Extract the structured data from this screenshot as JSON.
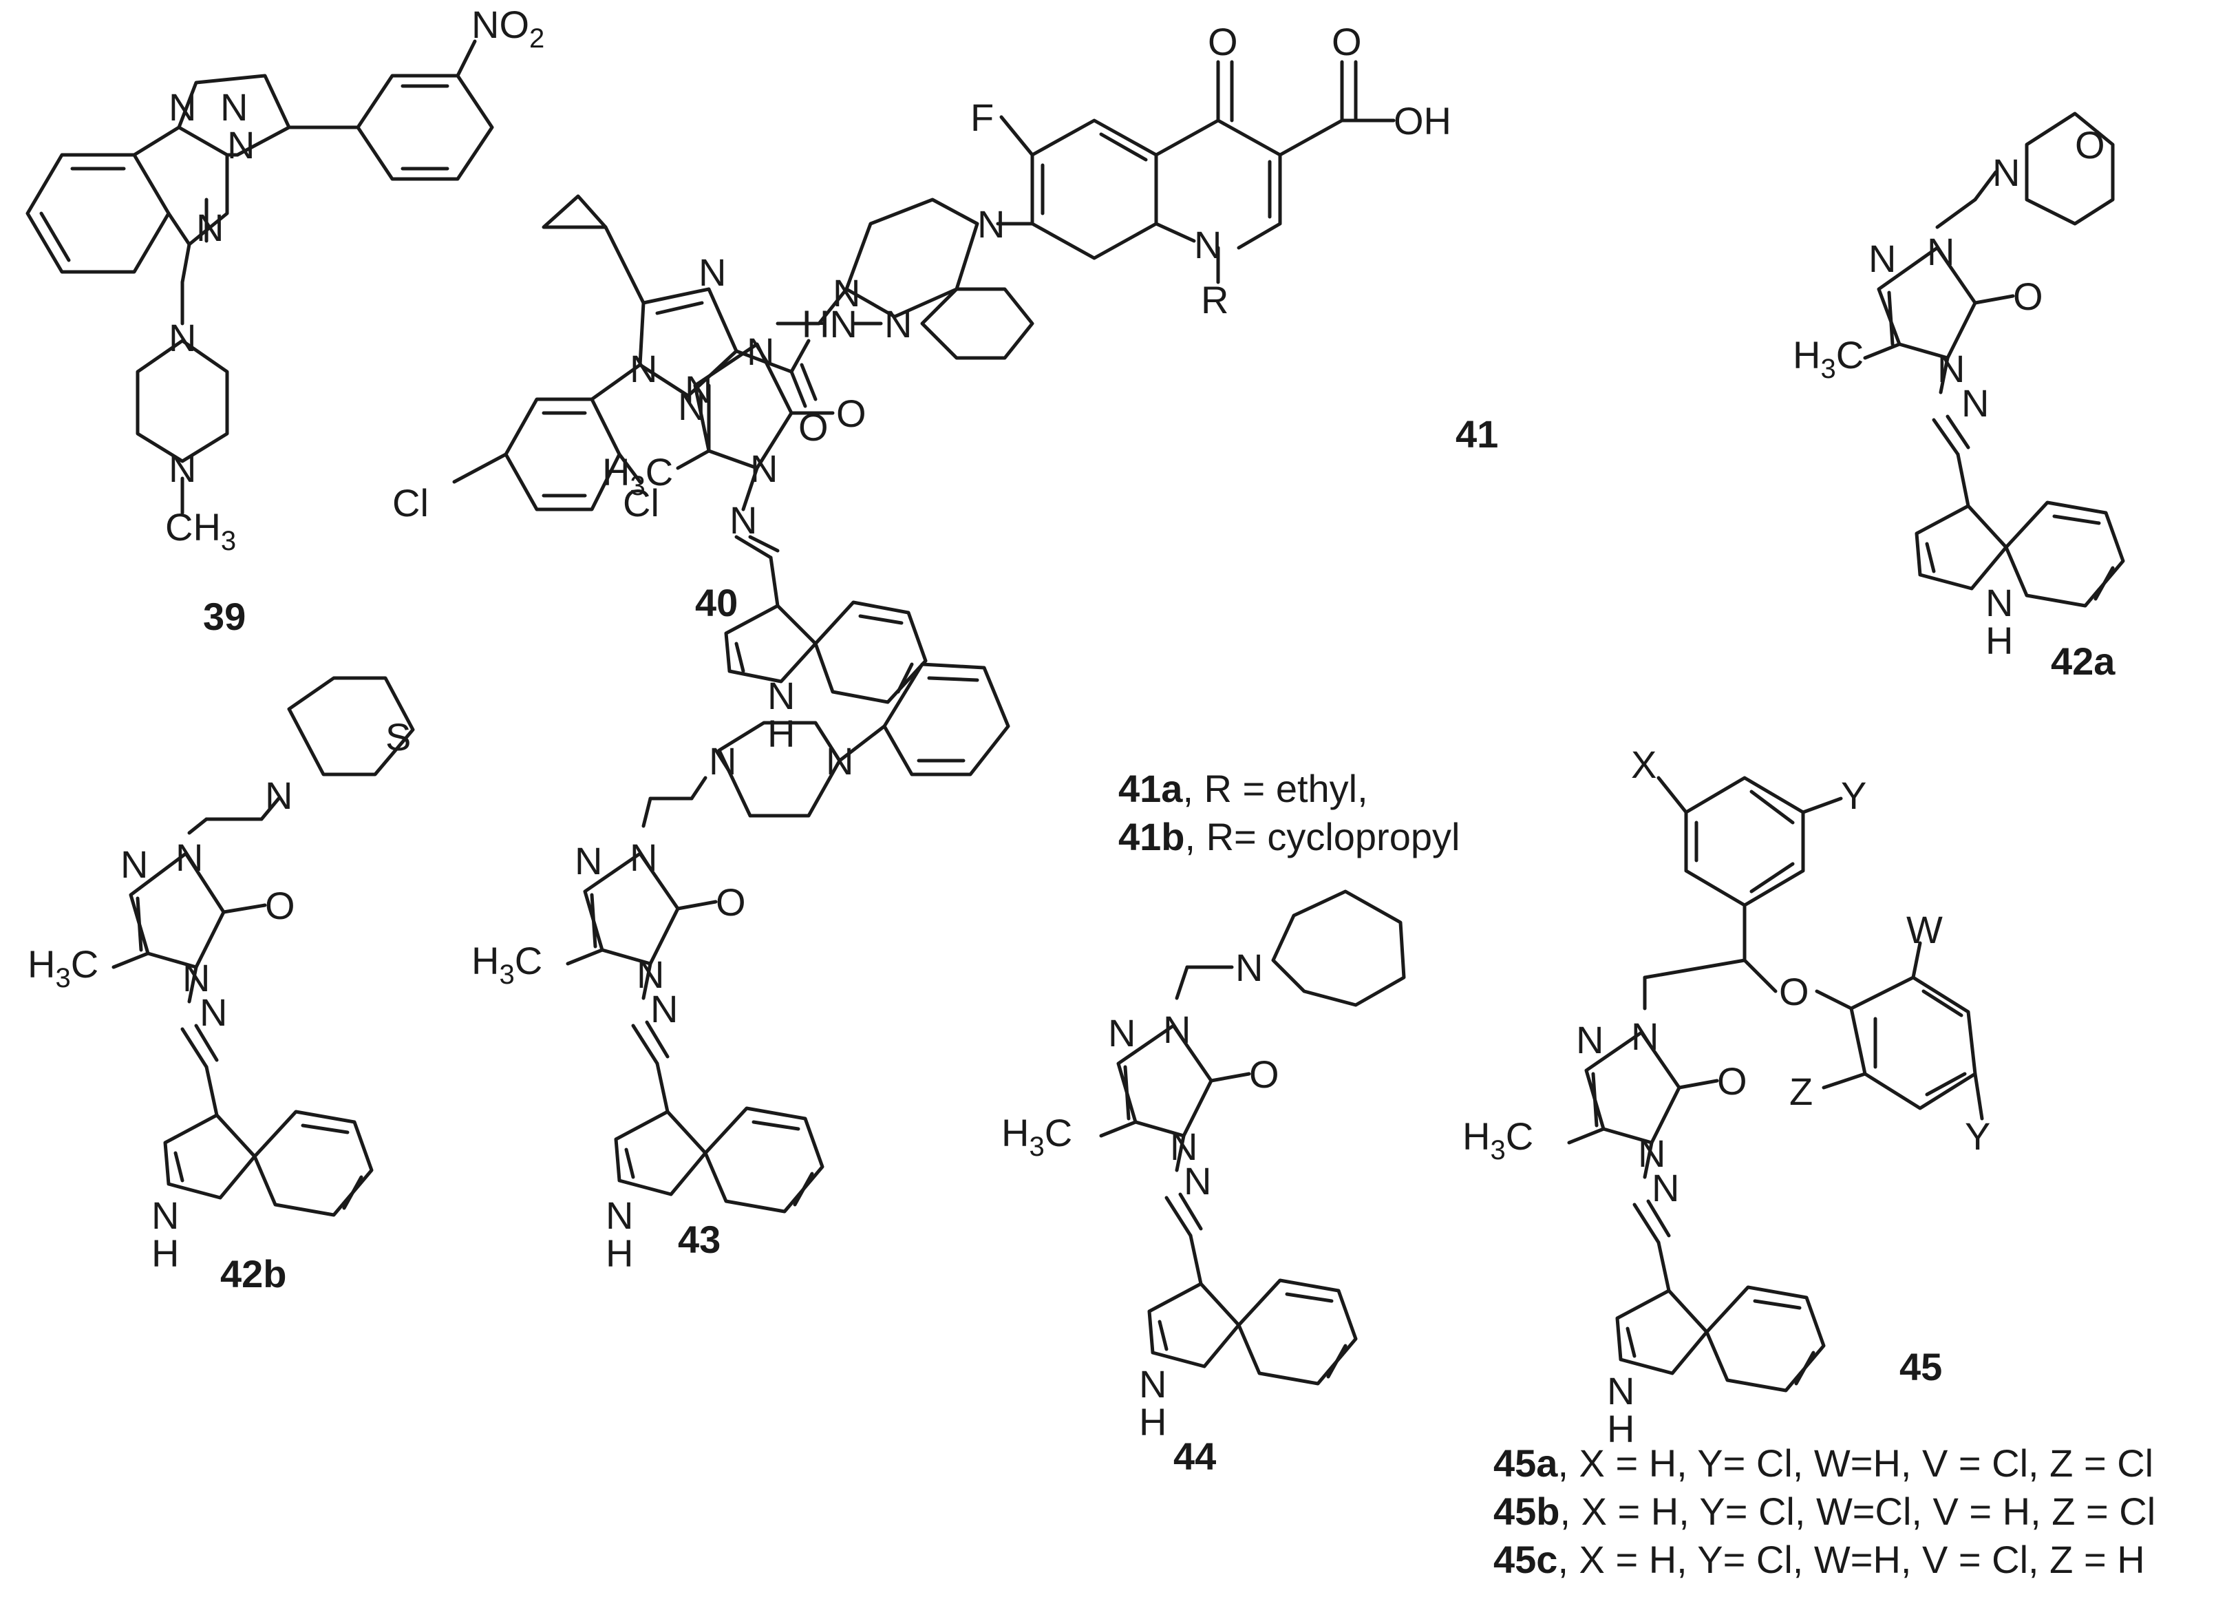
{
  "compounds": {
    "c39": {
      "label": "39",
      "atoms": {
        "no2": "NO",
        "no2_sub": "2",
        "ch3": "CH",
        "ch3_sub": "3"
      }
    },
    "c40": {
      "label": "40",
      "atoms": {
        "hn": "HN",
        "cl": "Cl",
        "o": "O"
      }
    },
    "c41": {
      "label": "41",
      "atoms": {
        "f": "F",
        "oh": "OH",
        "r": "R",
        "h3c": "H",
        "h3c_sub": "3",
        "h3c_c": "C"
      }
    },
    "c42a": {
      "label": "42a"
    },
    "c42b": {
      "label": "42b",
      "atoms": {
        "s": "S"
      }
    },
    "c43": {
      "label": "43"
    },
    "c44": {
      "label": "44"
    },
    "c45": {
      "label": "45",
      "atoms": {
        "x": "X",
        "y": "Y",
        "w": "W",
        "z": "Z"
      }
    }
  },
  "captions": {
    "c41a_bold": "41a",
    "c41a_rest": ", R = ethyl,",
    "c41b_bold": "41b",
    "c41b_rest": ", R= cyclopropyl",
    "c45a_bold": "45a",
    "c45a_rest": ", X = H, Y= Cl, W=H, V = Cl, Z = Cl",
    "c45b_bold": "45b",
    "c45b_rest": ", X = H, Y= Cl, W=Cl, V = H, Z = Cl",
    "c45c_bold": "45c",
    "c45c_rest": ", X = H, Y= Cl, W=H, V = Cl, Z = H"
  },
  "common_atoms": {
    "n": "N",
    "o": "O",
    "h": "H",
    "nh_h": "H"
  }
}
